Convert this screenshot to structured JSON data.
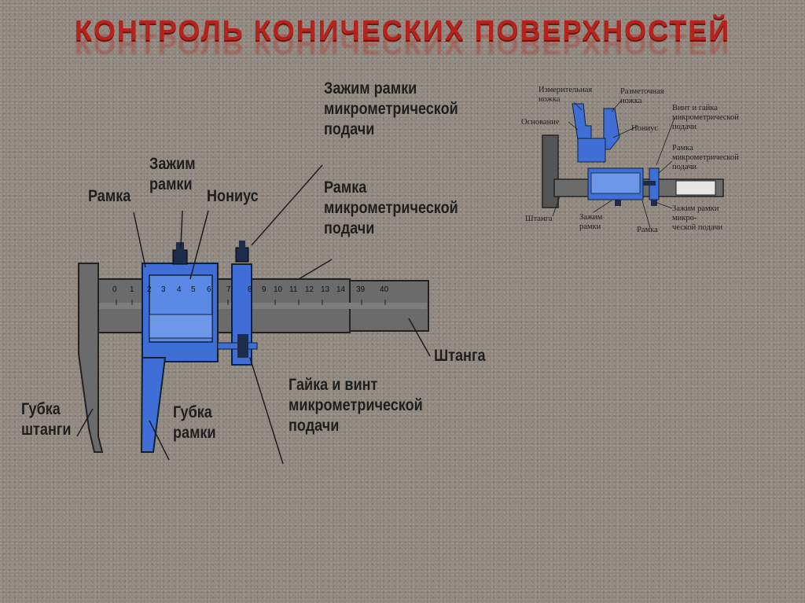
{
  "title": "КОНТРОЛЬ КОНИЧЕСКИХ ПОВЕРХНОСТЕЙ",
  "main_labels": {
    "ramka": "Рамка",
    "zazhim_ramki": "Зажим\nрамки",
    "nonius": "Нониус",
    "zazhim_mikro": "Зажим рамки\nмикрометрической\nподачи",
    "ramka_mikro": "Рамка\nмикрометрической\nподачи",
    "shtanga": "Штанга",
    "gubka_shtangi": "Губка\nштанги",
    "gubka_ramki": "Губка\nрамки",
    "gaika_vint": "Гайка и винт\nмикрометрической\nподачи"
  },
  "main_scale": [
    "0",
    "1",
    "2",
    "3",
    "4",
    "5",
    "6",
    "7",
    "8",
    "9",
    "10",
    "11",
    "12",
    "13",
    "14",
    "39",
    "40"
  ],
  "small_labels": {
    "izmer_nozhka": "Измерительная\nножка",
    "razmet_nozhka": "Разметочная\nножка",
    "osnovanie": "Основание",
    "vint_gaika": "Винт и гайка\nмикрометрической\nподачи",
    "nonius": "Нониус",
    "ramka_mikro": "Рамка\nмикрометрической\nподачи",
    "shtanga": "Штанга",
    "zazhim_ramki": "Зажим\nрамки",
    "ramka": "Рамка",
    "zazhim_mikro": "Зажим рамки\nмикро-\nческой подачи"
  },
  "colors": {
    "frame_blue": "#3f6fd6",
    "bar_gray": "#6b6b6b",
    "title_red": "#b5241c"
  }
}
